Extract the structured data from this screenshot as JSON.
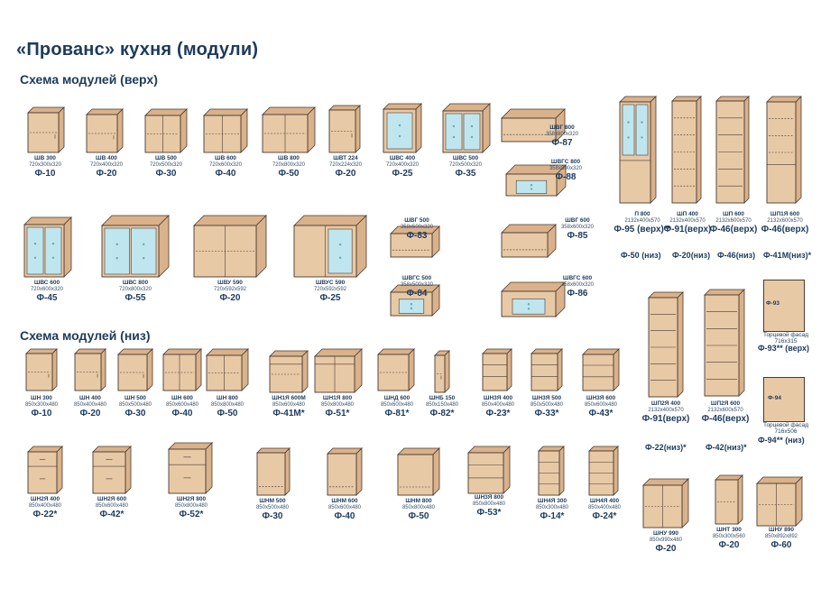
{
  "title": "«Прованс» кухня (модули)",
  "upper_heading": "Схема модулей (верх)",
  "lower_heading": "Схема модулей (низ)",
  "modules": [
    {
      "name": "ШВ 300",
      "dims": "720x300x320",
      "code": "Ф-10"
    },
    {
      "name": "ШВ 400",
      "dims": "720x400x320",
      "code": "Ф-20"
    },
    {
      "name": "ШВ 500",
      "dims": "720x500x320",
      "code": "Ф-30"
    },
    {
      "name": "ШВ 600",
      "dims": "720x600x320",
      "code": "Ф-40"
    },
    {
      "name": "ШВ 800",
      "dims": "720x800x320",
      "code": "Ф-50"
    },
    {
      "name": "ШВТ 224",
      "dims": "720x224x320",
      "code": "Ф-20"
    },
    {
      "name": "ШВС 400",
      "dims": "720x400x320",
      "code": "Ф-25"
    },
    {
      "name": "ШВС 500",
      "dims": "720x500x320",
      "code": "Ф-35"
    },
    {
      "name": "ШВГ 800",
      "dims": "358x800x320",
      "code": "Ф-87"
    },
    {
      "name": "ШВГС 800",
      "dims": "358x800x320",
      "code": "Ф-88"
    },
    {
      "name": "ШВС 600",
      "dims": "720x600x320",
      "code": "Ф-45"
    },
    {
      "name": "ШВС 800",
      "dims": "720x800x320",
      "code": "Ф-55"
    },
    {
      "name": "ШВУ 590",
      "dims": "720x592x592",
      "code": "Ф-20"
    },
    {
      "name": "ШВУС 590",
      "dims": "720x592x592",
      "code": "Ф-25"
    },
    {
      "name": "ШВГ 500",
      "dims": "358x500x320",
      "code": "Ф-83"
    },
    {
      "name": "ШВГ 600",
      "dims": "358x600x320",
      "code": "Ф-85"
    },
    {
      "name": "ШВГС 500",
      "dims": "358x500x320",
      "code": "Ф-84"
    },
    {
      "name": "ШВГС 600",
      "dims": "358x600x320",
      "code": "Ф-86"
    },
    {
      "name": "П 800",
      "dims": "2132x400x570",
      "code": "Ф-95 (верх)**"
    },
    {
      "name": "ШП 400",
      "dims": "2132x400x570",
      "code": "Ф-91(верх)"
    },
    {
      "name": "ШП 600",
      "dims": "2132x600x570",
      "code": "Ф-46(верх)"
    },
    {
      "name": "ШП1Я 600",
      "dims": "2132x600x570",
      "code": "Ф-46(верх)"
    },
    {
      "name": "ШП2Я 400",
      "dims": "2132x400x570",
      "code": "Ф-91(верх)"
    },
    {
      "name": "ШП2Я 600",
      "dims": "2132x600x570",
      "code": "Ф-46(верх)"
    },
    {
      "name": "ШН 300",
      "dims": "850x300x480",
      "code": "Ф-10"
    },
    {
      "name": "ШН 400",
      "dims": "850x400x480",
      "code": "Ф-20"
    },
    {
      "name": "ШН 500",
      "dims": "850x500x480",
      "code": "Ф-30"
    },
    {
      "name": "ШН 600",
      "dims": "850x600x480",
      "code": "Ф-40"
    },
    {
      "name": "ШН 800",
      "dims": "850x800x480",
      "code": "Ф-50"
    },
    {
      "name": "ШН1Я 600М",
      "dims": "850x600x480",
      "code": "Ф-41М*"
    },
    {
      "name": "ШН1Я 800",
      "dims": "850x800x480",
      "code": "Ф-51*"
    },
    {
      "name": "ШНД 600",
      "dims": "850x600x480",
      "code": "Ф-81*"
    },
    {
      "name": "ШНБ 150",
      "dims": "850x150x480",
      "code": "Ф-82*"
    },
    {
      "name": "ШН3Я 400",
      "dims": "850x400x480",
      "code": "Ф-23*"
    },
    {
      "name": "ШН3Я 500",
      "dims": "850x500x480",
      "code": "Ф-33*"
    },
    {
      "name": "ШН3Я 600",
      "dims": "850x600x480",
      "code": "Ф-43*"
    },
    {
      "name": "ШН2Я 400",
      "dims": "850x400x480",
      "code": "Ф-22*"
    },
    {
      "name": "ШН2Я 600",
      "dims": "850x600x480",
      "code": "Ф-42*"
    },
    {
      "name": "ШН2Я 800",
      "dims": "850x800x480",
      "code": "Ф-52*"
    },
    {
      "name": "ШНМ 500",
      "dims": "850x500x480",
      "code": "Ф-30"
    },
    {
      "name": "ШНМ 600",
      "dims": "850x600x480",
      "code": "Ф-40"
    },
    {
      "name": "ШНМ 800",
      "dims": "850x800x480",
      "code": "Ф-50"
    },
    {
      "name": "ШН3Я 800",
      "dims": "850x800x480",
      "code": "Ф-53*"
    },
    {
      "name": "ШН4Я 300",
      "dims": "850x300x480",
      "code": "Ф-14*"
    },
    {
      "name": "ШН4Я 400",
      "dims": "850x400x480",
      "code": "Ф-24*"
    },
    {
      "name": "ШНУ 990",
      "dims": "850x990x480",
      "code": "Ф-20"
    },
    {
      "name": "ШНТ 300",
      "dims": "850x300x560",
      "code": "Ф-20"
    },
    {
      "name": "ШНУ 890",
      "dims": "850x892x892",
      "code": "Ф-60"
    }
  ],
  "tall_lower_codes": [
    "Ф-50 (низ)",
    "Ф-20(низ)",
    "Ф-46(низ)",
    "Ф-41М(низ)*"
  ],
  "tall2_lower_codes": [
    "Ф-22(низ)*",
    "Ф-42(низ)*"
  ],
  "facades": [
    {
      "tag": "Ф-93",
      "caption": "Торцевой фасад",
      "dims": "716x315",
      "code": "Ф-93** (верх)"
    },
    {
      "tag": "Ф-94",
      "caption": "Торцевой фасад",
      "dims": "716x506",
      "code": "Ф-94** (низ)"
    }
  ],
  "colors": {
    "body": "#e8c9a6",
    "side": "#d9b28c",
    "edge": "#4a3a2e",
    "glass": "#bfe6ef",
    "text": "#1d3a5c"
  }
}
